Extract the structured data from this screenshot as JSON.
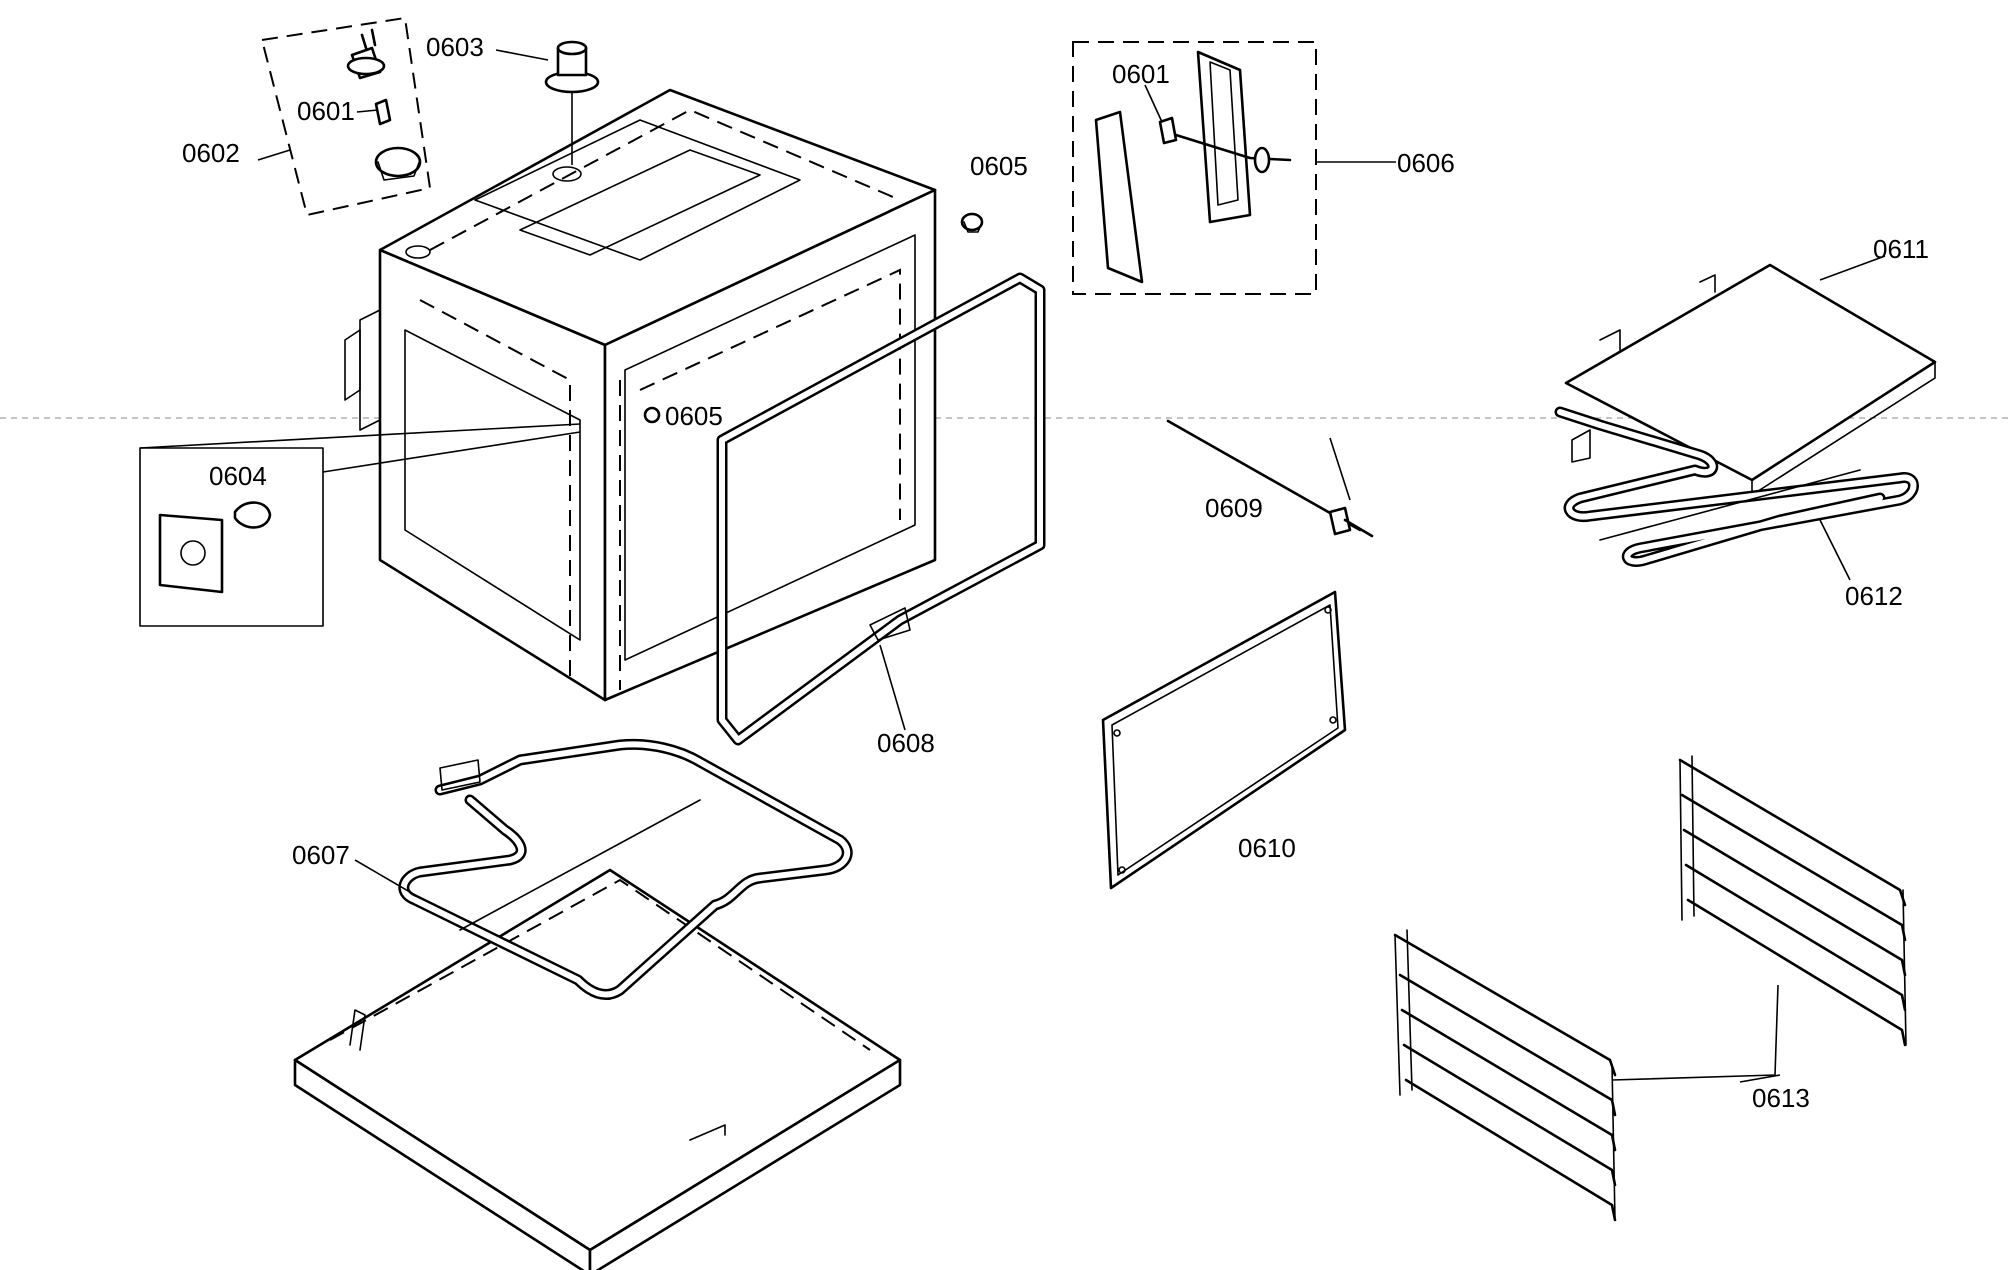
{
  "labels": {
    "p0601a": "0601",
    "p0601b": "0601",
    "p0602": "0602",
    "p0603": "0603",
    "p0604": "0604",
    "p0605a": "0605",
    "p0605b": "0605",
    "p0606": "0606",
    "p0607": "0607",
    "p0608": "0608",
    "p0609": "0609",
    "p0610": "0610",
    "p0611": "0611",
    "p0612": "0612",
    "p0613": "0613"
  }
}
